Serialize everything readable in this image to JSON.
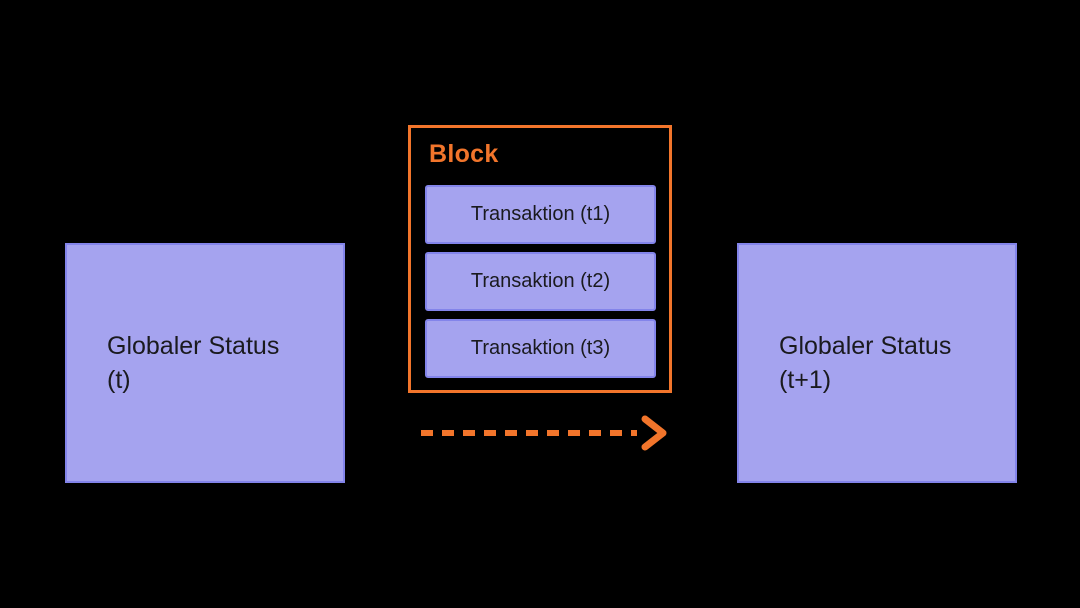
{
  "canvas": {
    "background": "#000000"
  },
  "colors": {
    "box_fill": "#A5A3EF",
    "box_border": "#8384EA",
    "accent_orange": "#F2752B",
    "text_dark": "#1A1A1E"
  },
  "left_state_box": {
    "line1": "Globaler Status",
    "line2": "(t)"
  },
  "right_state_box": {
    "line1": "Globaler Status",
    "line2": "(t+1)"
  },
  "block": {
    "title": "Block",
    "transactions": [
      "Transaktion (t1)",
      "Transaktion (t2)",
      "Transaktion (t3)"
    ]
  },
  "arrow": {
    "icon": "dashed-right-arrow"
  }
}
